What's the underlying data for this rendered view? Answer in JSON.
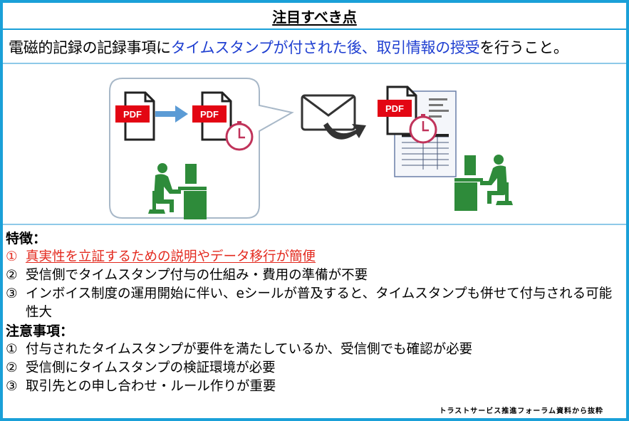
{
  "title": "注目すべき点",
  "lead": {
    "part1": "電磁的記録の記録事項に",
    "part2": "タイムスタンプが付された後、取引情報の授受",
    "part3": "を行うこと。"
  },
  "diagram": {
    "pdf_label": "PDF",
    "icons": {
      "document": "pdf-document-icon",
      "arrow": "right-arrow-icon",
      "clock": "clock-icon",
      "mail": "envelope-icon",
      "person": "person-at-computer-icon"
    },
    "colors": {
      "pdf_red": "#e30613",
      "clock": "#c0335a",
      "person_green": "#2e8b3a",
      "arrow_blue": "#5b9bd5",
      "bubble_border": "#a8b8c8"
    }
  },
  "features": {
    "heading": "特徴：",
    "items": [
      {
        "num": "①",
        "text": "真実性を立証するための説明やデータ移行が簡便"
      },
      {
        "num": "②",
        "text": "受信側でタイムスタンプ付与の仕組み・費用の準備が不要"
      },
      {
        "num": "③",
        "text": "インボイス制度の運用開始に伴い、eシールが普及すると、タイムスタンプも併せて付与される可能性大"
      }
    ]
  },
  "cautions": {
    "heading": "注意事項：",
    "items": [
      {
        "num": "①",
        "text": "付与されたタイムスタンプが要件を満たしているか、受信側でも確認が必要"
      },
      {
        "num": "②",
        "text": "受信側にタイムスタンプの検証環境が必要"
      },
      {
        "num": "③",
        "text": "取引先との申し合わせ・ルール作りが重要"
      }
    ]
  },
  "source": "トラストサービス推進フォーラム資料から抜粋"
}
